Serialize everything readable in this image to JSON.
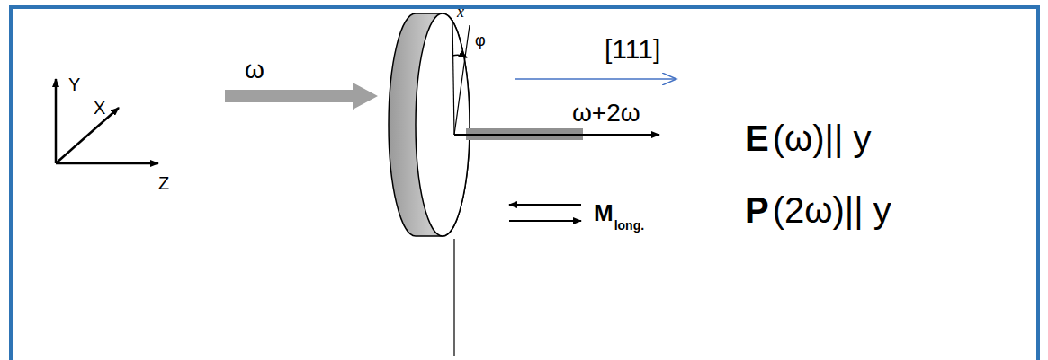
{
  "diagram": {
    "labels": [
      "[111]",
      "Y",
      "X",
      "Z",
      "ω",
      "x",
      "φ",
      "ω+2ω",
      "M",
      "long.",
      "E",
      "(ω)|| y",
      "P",
      "(2ω)|| y"
    ]
  }
}
